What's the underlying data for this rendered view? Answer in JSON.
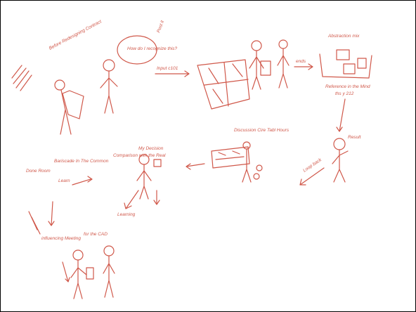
{
  "colors": {
    "ink": "#d0584a",
    "frame": "#000000",
    "paper": "#ffffff"
  },
  "labels": {
    "before_title": "Before Redesigning Contract",
    "thought_bubble": "How do I recognize this?",
    "sticky_note": "Post it",
    "input_label": "Input c101",
    "ends_label": "ends",
    "abstraction": "Abstraction mix",
    "abstraction_sub": "Reference in the Mind",
    "ths_label": "ths y 212",
    "discussion": "Discussion Cire Tabl Hours",
    "result_label": "Result",
    "my_decision": "My Decision",
    "bariscade": "Bariscade In The Common",
    "comparison": "Comparison with the Real",
    "done_room": "Done Room",
    "bank_label": "Learn",
    "learning_label": "Learning",
    "loop_label": "Loop back",
    "bottom_caption": "influencing Meeting",
    "bottom_small": "for the CAD"
  }
}
